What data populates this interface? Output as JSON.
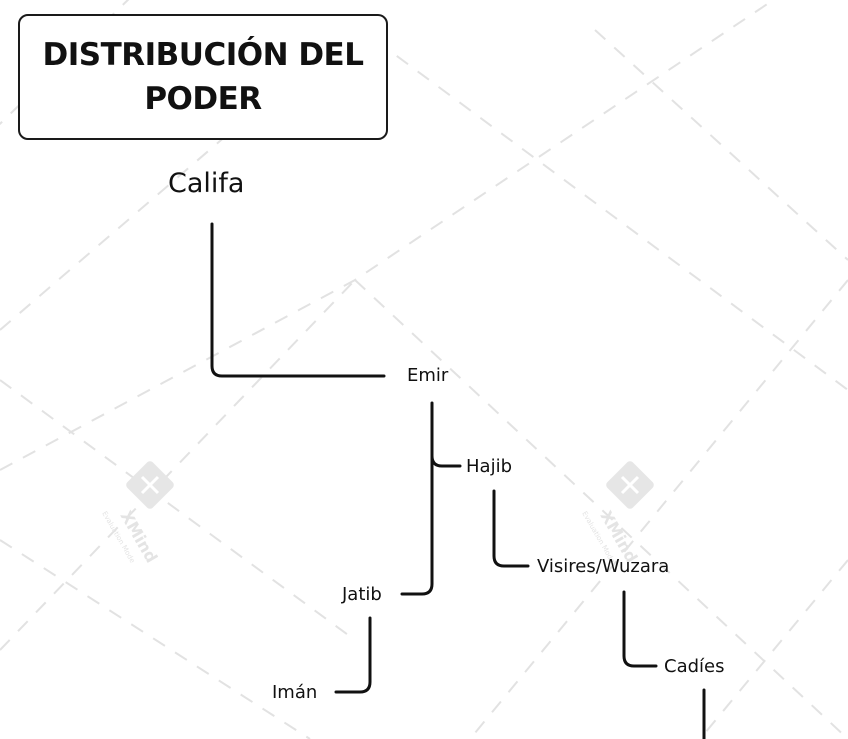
{
  "title_lines": [
    "DISTRIBUCIÓN DEL",
    "PODER"
  ],
  "nodes": {
    "califa": "Califa",
    "emir": "Emir",
    "hajib": "Hajib",
    "visires": "Visires/Wuzara",
    "jatib": "Jatib",
    "cadies": "Cadíes",
    "iman": "Imán"
  },
  "watermark": {
    "text": "XMind",
    "subtext": "Evaluation Mode",
    "icon": "xmind-logo-icon"
  },
  "colors": {
    "line": "#111111",
    "watermark": "#e4e4e4",
    "background": "#ffffff"
  }
}
